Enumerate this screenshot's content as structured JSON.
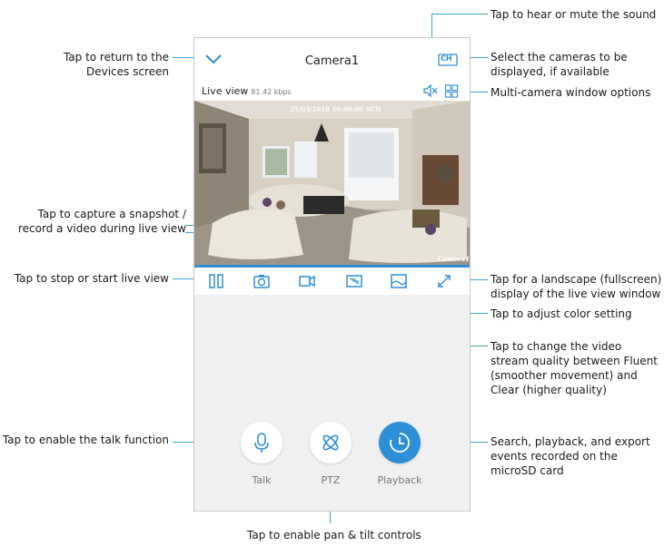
{
  "app": {
    "title": "Camera1",
    "live_view_label": "Live view",
    "bitrate": "81.42 kbps",
    "timestamp": "25/03/2018 10:00:00 SUN",
    "camera_overlay_name": "Camera1",
    "ch_label": "CH",
    "accent_color": "#2f8fd6"
  },
  "controls": {
    "talk_label": "Talk",
    "ptz_label": "PTZ",
    "playback_label": "Playback"
  },
  "annotations": {
    "return_devices": [
      "Tap to return to the",
      "Devices screen"
    ],
    "hear_mute": "Tap to hear or mute the sound",
    "select_cameras": [
      "Select the cameras to be",
      "displayed, if available"
    ],
    "multi_window": "Multi-camera window options",
    "capture": [
      "Tap to capture a snapshot /",
      "record a video during live view"
    ],
    "stop_start": "Tap to stop or start live view",
    "landscape": [
      "Tap for a landscape (fullscreen)",
      "display of the live view window"
    ],
    "color_setting": "Tap to adjust color setting",
    "stream_quality": [
      "Tap to change the video",
      "stream quality between Fluent",
      "(smoother movement) and",
      "Clear (higher quality)"
    ],
    "talk_function": "Tap to enable the talk function",
    "playback_events": [
      "Search, playback, and export",
      "events recorded on the",
      "microSD card"
    ],
    "pan_tilt": "Tap to enable pan & tilt controls"
  }
}
